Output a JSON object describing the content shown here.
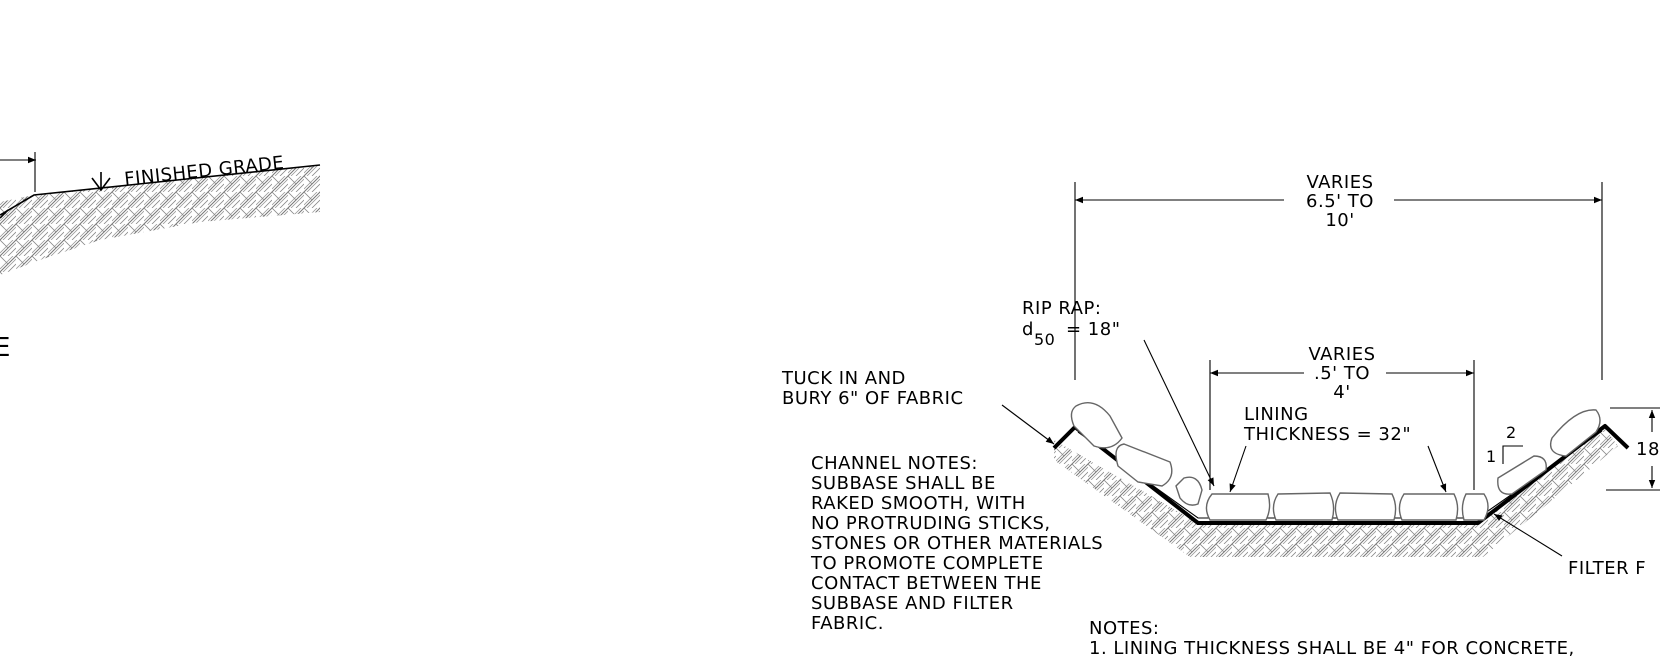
{
  "left_detail": {
    "finished_grade_label": "FINISHED GRADE",
    "partial_text": "E"
  },
  "top_dimension": {
    "line1": "VARIES",
    "line2": "6.5' TO",
    "line3": "10'"
  },
  "bottom_dimension": {
    "line1": "VARIES",
    "line2": ".5' TO",
    "line3": "4'"
  },
  "rip_rap": {
    "line1": "RIP RAP:",
    "d_symbol": "d",
    "d_subscript": "50",
    "d_value": "= 18\""
  },
  "tuck_note": {
    "line1": "TUCK IN AND",
    "line2": "BURY 6\" OF FABRIC"
  },
  "lining_thickness": {
    "line1": "LINING",
    "line2": "THICKNESS = 32\""
  },
  "slope": {
    "rise": "1",
    "run": "2"
  },
  "depth_dimension": "18",
  "filter_fabric_label": "FILTER F",
  "channel_notes": [
    "CHANNEL NOTES:",
    "SUBBASE SHALL BE",
    "RAKED SMOOTH, WITH",
    "NO PROTRUDING STICKS,",
    "STONES OR OTHER MATERIALS",
    "TO PROMOTE COMPLETE",
    "CONTACT BETWEEN THE",
    "SUBBASE AND FILTER",
    "FABRIC."
  ],
  "notes": {
    "heading": "NOTES:",
    "items": [
      "1. LINING THICKNESS SHALL BE 4\" FOR CONCRETE,"
    ]
  }
}
